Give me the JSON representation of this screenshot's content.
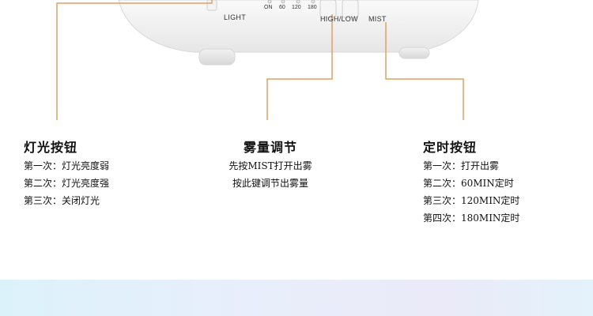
{
  "device": {
    "light_label": "LIGHT",
    "highlow_label": "HIGH/LOW",
    "mist_label": "MIST",
    "timer_options": [
      "ON",
      "60",
      "120",
      "180"
    ]
  },
  "callouts": {
    "light": {
      "title": "灯光按钮",
      "lines": [
        "第一次：灯光亮度弱",
        "第二次：灯光亮度强",
        "第三次：关闭灯光"
      ]
    },
    "mist": {
      "title": "雾量调节",
      "lines": [
        "先按MIST打开出雾",
        "按此键调节出雾量"
      ]
    },
    "timer": {
      "title": "定时按钮",
      "lines": [
        "第一次：打开出雾",
        "第二次：60MIN定时",
        "第三次：120MIN定时",
        "第四次：180MIN定时"
      ]
    }
  },
  "colors": {
    "callout_line": "#e0a060",
    "band_left": "#dcf2fb",
    "band_right": "#eaeaf8"
  }
}
